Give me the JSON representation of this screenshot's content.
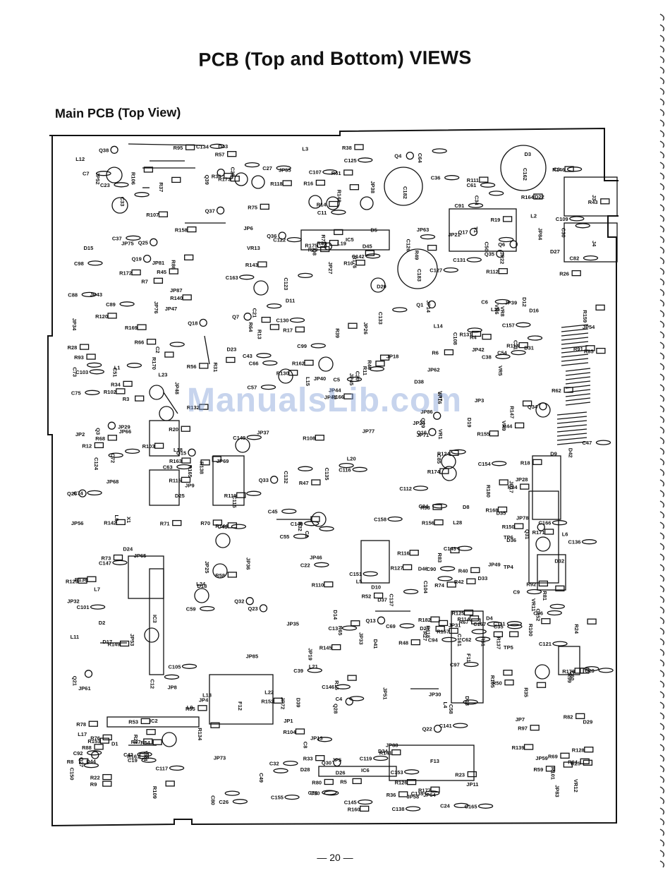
{
  "page": {
    "title": "PCB (Top and Bottom) VIEWS",
    "section_title": "Main PCB (Top View)",
    "page_number": "— 20 —",
    "watermark": "ManualsLib.com"
  },
  "colors": {
    "ink": "#111111",
    "paper": "#ffffff",
    "watermark": "#82a0d7"
  },
  "components": {
    "ics": [
      "IC2",
      "IC3",
      "IC5",
      "IC6"
    ],
    "transformers": [
      "T1"
    ],
    "jacks": [
      "J3",
      "J4"
    ],
    "crystal": [
      "X1"
    ],
    "filters": [
      "F11",
      "F12",
      "F13"
    ],
    "variable_resistors": [
      "VR1",
      "VR4",
      "VR5",
      "VR6",
      "VR7",
      "VR8",
      "VR9",
      "VR11",
      "VR12",
      "VR13"
    ],
    "coils": [
      "L1",
      "L2",
      "L3",
      "L4",
      "L5",
      "L6",
      "L7",
      "L8",
      "L9",
      "L11",
      "L12",
      "L13",
      "L14",
      "L15",
      "L17",
      "L18",
      "L19",
      "L20",
      "L21",
      "L22",
      "L23",
      "L24",
      "L25",
      "L28"
    ],
    "test_points": [
      "TP4",
      "TP5",
      "TP6"
    ],
    "capacitors": [
      "C162",
      "C182",
      "C183",
      "C97",
      "C98",
      "C154",
      "C112",
      "C105",
      "C104",
      "C103",
      "C101",
      "C108",
      "C81",
      "C115",
      "C96",
      "C84",
      "C99",
      "C20",
      "C25",
      "C23",
      "C34",
      "C39",
      "C11",
      "C66",
      "C80",
      "C82",
      "C75",
      "C141",
      "C161",
      "C166",
      "C165",
      "C157",
      "C158",
      "C149",
      "C119",
      "C122",
      "C123",
      "C121",
      "C116",
      "C117",
      "C59",
      "C31",
      "C125",
      "C126",
      "C124",
      "C127",
      "C131",
      "C130",
      "C134",
      "C133",
      "C135",
      "C132",
      "C88",
      "C94",
      "C74",
      "C145",
      "C147",
      "C151",
      "C153",
      "C136",
      "C152",
      "C140",
      "C139",
      "C143",
      "C138",
      "C142",
      "C146",
      "C36",
      "C32",
      "C33",
      "C35",
      "C38",
      "C37",
      "C30",
      "C29",
      "C43",
      "C42",
      "C41",
      "C45",
      "C60",
      "C64",
      "C55",
      "C9",
      "C13",
      "C12",
      "C10",
      "C7",
      "C6",
      "C5",
      "C4",
      "C3",
      "C2",
      "C1",
      "C8",
      "C19",
      "C22",
      "C21",
      "C24",
      "C58",
      "C54",
      "C51",
      "C47",
      "C49",
      "C50",
      "C61",
      "C62",
      "C63",
      "C69",
      "C72",
      "C73",
      "C85",
      "C91",
      "C92",
      "C107",
      "C109",
      "C111",
      "C137",
      "C89",
      "C90",
      "C26",
      "C27",
      "C57",
      "C167",
      "C163",
      "C155",
      "C150"
    ],
    "resistors": [
      "R40",
      "R131",
      "R157",
      "R62",
      "R125",
      "R124",
      "R129",
      "R169",
      "R150",
      "R182",
      "R49",
      "R119",
      "R118",
      "R70",
      "R41",
      "R42",
      "R43",
      "R36",
      "R35",
      "R34",
      "R33",
      "R32",
      "R76",
      "R74",
      "R75",
      "R13",
      "R12",
      "R16",
      "R73",
      "R72",
      "R71",
      "R69",
      "R68",
      "R67",
      "R66",
      "R65",
      "R64",
      "R56",
      "R59",
      "R120",
      "R81",
      "R61",
      "R97",
      "R99",
      "R98",
      "R103",
      "R107",
      "R110",
      "R114",
      "R101",
      "R118",
      "R93",
      "R91",
      "R94",
      "R92",
      "R95",
      "R127",
      "R126",
      "R128",
      "R170",
      "R176",
      "R173",
      "R178",
      "R175",
      "R174",
      "R177",
      "R171",
      "R172",
      "R180",
      "R168",
      "R166",
      "R163",
      "R162",
      "R165",
      "R161",
      "R160",
      "R149",
      "R132",
      "R47",
      "R51",
      "R52",
      "R48",
      "R53",
      "R54",
      "R55",
      "R50",
      "R57",
      "R58",
      "R8",
      "R9",
      "R6",
      "R5",
      "R4",
      "R3",
      "R7",
      "R10",
      "R11",
      "R14",
      "R15",
      "R17",
      "R18",
      "R19",
      "R20",
      "R21",
      "R22",
      "R23",
      "R24",
      "R25",
      "R26",
      "R27",
      "R28",
      "R29",
      "R30",
      "R31",
      "R37",
      "R38",
      "R39",
      "R44",
      "R45",
      "R46",
      "R78",
      "R80",
      "R82",
      "R83",
      "R84",
      "R85",
      "R86",
      "R87",
      "R88",
      "R111",
      "R112",
      "R113",
      "R115",
      "R116",
      "R130",
      "R134",
      "R136",
      "R137",
      "R138",
      "R139",
      "R140",
      "R141",
      "R142",
      "R143",
      "R144",
      "R145",
      "R146",
      "R147",
      "R148",
      "R152",
      "R153",
      "R155",
      "R156",
      "R158",
      "R159",
      "R164",
      "R100",
      "R102",
      "R104",
      "R105",
      "R106",
      "R108",
      "R109"
    ],
    "transistors": [
      "Q1",
      "Q3",
      "Q4",
      "Q6",
      "Q7",
      "Q8",
      "Q13",
      "Q15",
      "Q16",
      "Q17",
      "Q18",
      "Q19",
      "Q21",
      "Q22",
      "Q23",
      "Q25",
      "Q26",
      "Q27",
      "Q28",
      "Q29",
      "Q30",
      "Q31",
      "Q32",
      "Q33",
      "Q34",
      "Q35",
      "Q36",
      "Q37",
      "Q38",
      "Q39"
    ],
    "diodes": [
      "D1",
      "D2",
      "D3",
      "D4",
      "D5",
      "D8",
      "D9",
      "D10",
      "D11",
      "D12",
      "D13",
      "D14",
      "D15",
      "D16",
      "D17",
      "D18",
      "D19",
      "D20",
      "D21",
      "D22",
      "D23",
      "D24",
      "D25",
      "D26",
      "D27",
      "D28",
      "D29",
      "D31",
      "D32",
      "D33",
      "D34",
      "D35",
      "D36",
      "D37",
      "D38",
      "D39",
      "D41",
      "D42",
      "D43",
      "D44",
      "D45",
      "D46"
    ],
    "jumpers": [
      "JP1",
      "JP2",
      "JP3",
      "JP4",
      "JP5",
      "JP6",
      "JP7",
      "JP8",
      "JP9",
      "JP11",
      "JP13",
      "JP14",
      "JP16",
      "JP17",
      "JP18",
      "JP19",
      "JP21",
      "JP22",
      "JP24",
      "JP25",
      "JP26",
      "JP27",
      "JP28",
      "JP29",
      "JP30",
      "JP31",
      "JP32",
      "JP33",
      "JP34",
      "JP35",
      "JP36",
      "JP37",
      "JP38",
      "JP39",
      "JP40",
      "JP41",
      "JP42",
      "JP43",
      "JP44",
      "JP45",
      "JP46",
      "JP47",
      "JP48",
      "JP49",
      "JP51",
      "JP52",
      "JP53",
      "JP54",
      "JP55",
      "JP56",
      "JP58",
      "JP59",
      "JP61",
      "JP62",
      "JP63",
      "JP64",
      "JP65",
      "JP66",
      "JP68",
      "JP69",
      "JP71",
      "JP72",
      "JP73",
      "JP75",
      "JP76",
      "JP77",
      "JP78",
      "JP81",
      "JP83",
      "JP84",
      "JP85",
      "JP86",
      "JP87",
      "JP88"
    ]
  }
}
